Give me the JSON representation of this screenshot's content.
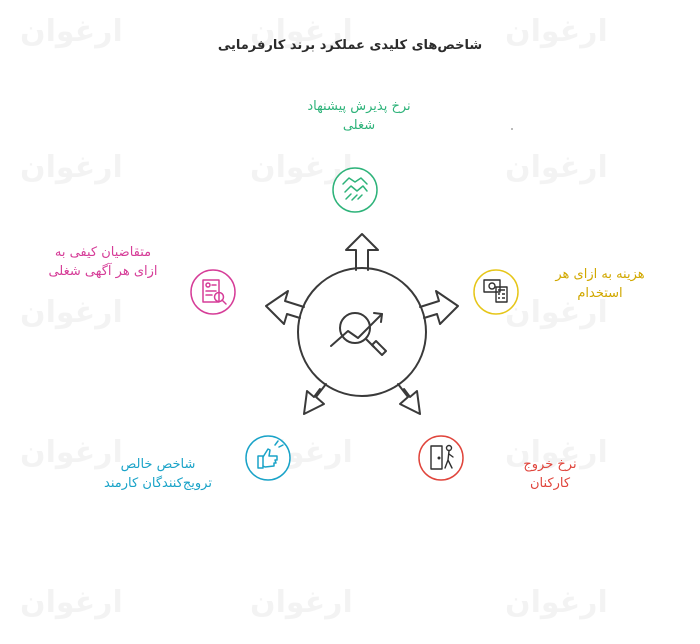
{
  "title": "شاخص‌های کلیدی عملکرد برند کارفرمایی",
  "watermark": "ارغوان",
  "hub": {
    "icon": "chart-magnifier-icon"
  },
  "indicators": [
    {
      "lines": [
        "نرخ پذیرش پیشنهاد",
        "شغلی"
      ],
      "color": "#2eb37a",
      "icon": "handshake-icon"
    },
    {
      "lines": [
        "هزینه به ازای هر",
        "استخدام"
      ],
      "color": "#e6c619",
      "icon": "money-calculator-icon"
    },
    {
      "lines": [
        "نرخ خروج",
        "کارکنان"
      ],
      "color": "#e0453c",
      "icon": "person-exit-door-icon"
    },
    {
      "lines": [
        "شاخص خالص",
        "ترویج‌کنندگان کارمند"
      ],
      "color": "#1aa3c8",
      "icon": "thumbs-up-hand-icon"
    },
    {
      "lines": [
        "متقاضیان کیفی به",
        "ازای هر آگهی شغلی"
      ],
      "color": "#d63d98",
      "icon": "resume-search-icon"
    }
  ]
}
